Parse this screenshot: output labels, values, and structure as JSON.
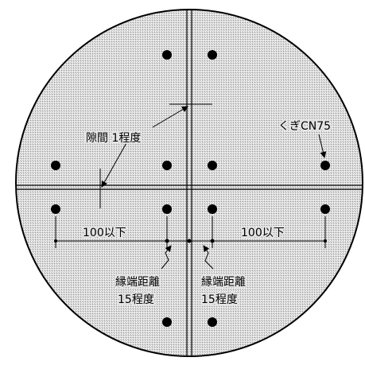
{
  "labels": {
    "gap": "隙間 1程度",
    "nail": "くぎCN75",
    "dim_left": "100以下",
    "dim_right": "100以下",
    "edge_left_line1": "縁端距離",
    "edge_left_line2": "15程度",
    "edge_right_line1": "縁端距離",
    "edge_right_line2": "15程度"
  },
  "colors": {
    "panel_fill": "#d9d9d9",
    "line": "#000000",
    "background": "#ffffff"
  }
}
